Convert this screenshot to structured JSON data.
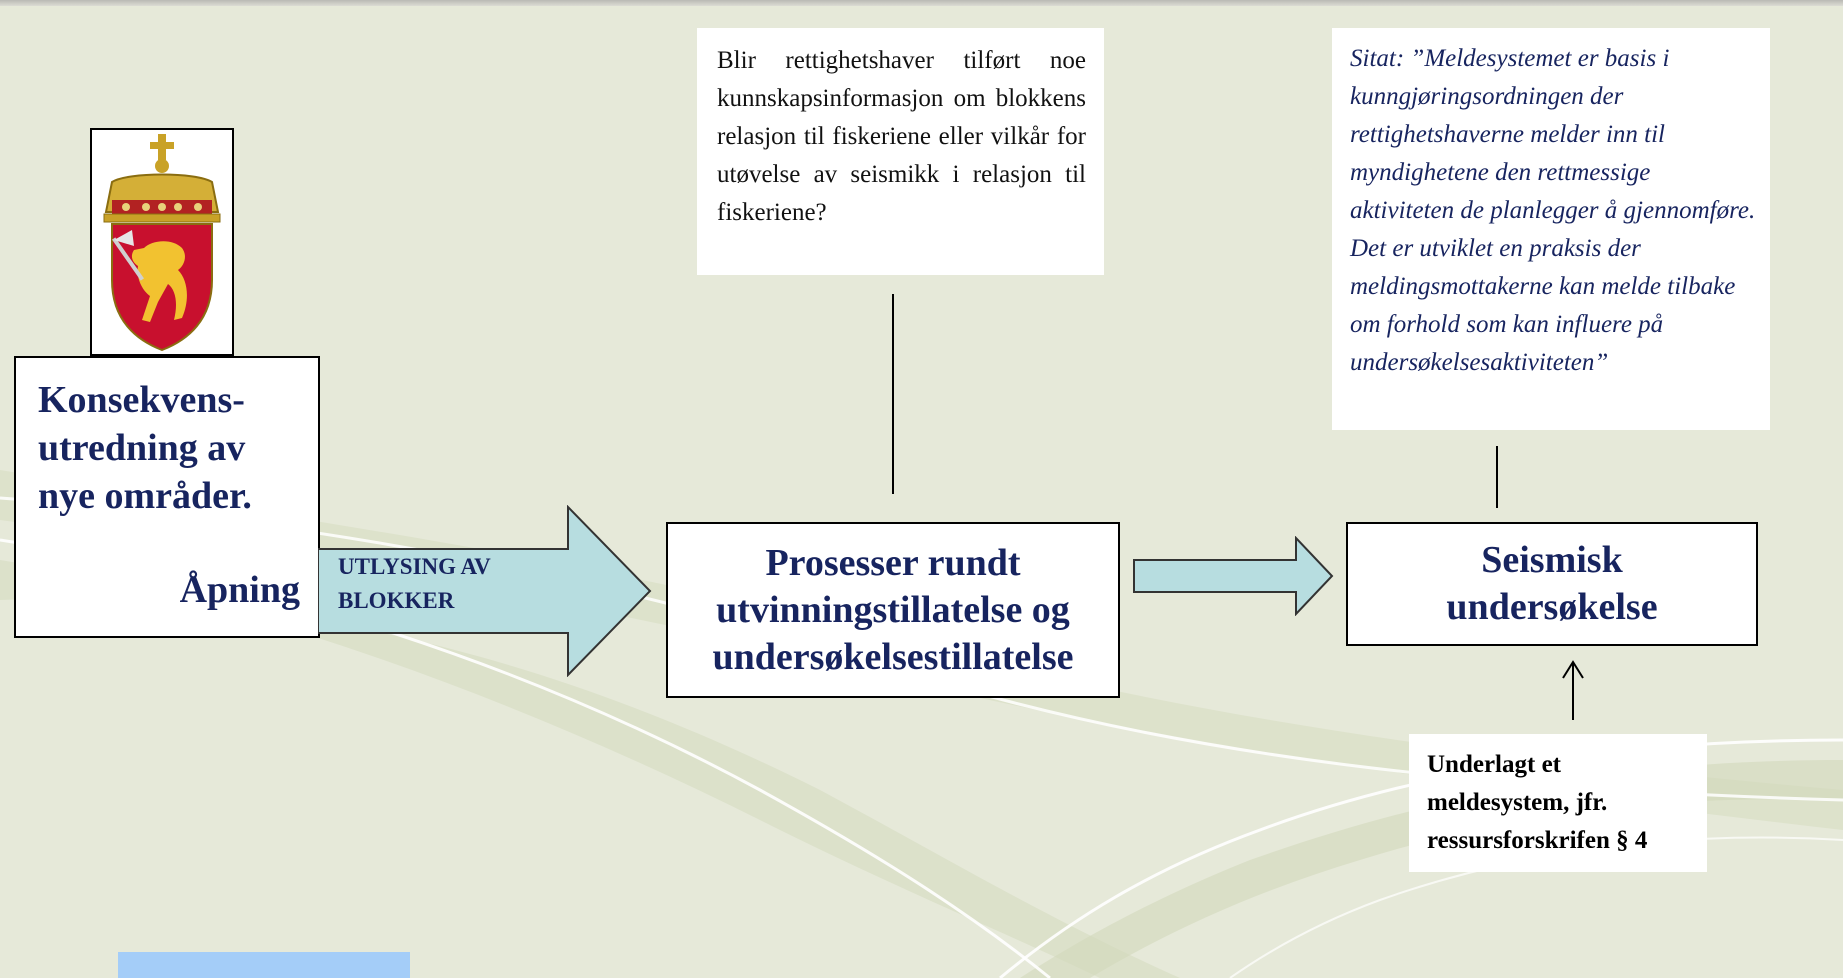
{
  "left_box": {
    "title": "Konsekvens-utredning av nye områder.",
    "opening": "Åpning"
  },
  "arrow_label": {
    "line1": "UTLYSING AV",
    "line2": "BLOKKER"
  },
  "process_box": {
    "line1": "Prosesser rundt",
    "line2": "utvinningstillatelse og",
    "line3": "undersøkelsestillatelse"
  },
  "seismic_box": {
    "line1": "Seismisk",
    "line2": "undersøkelse"
  },
  "question_note": {
    "text": "Blir rettighetshaver tilført noe kunnskapsinformasjon om blokkens relasjon til fiskeriene eller vilkår for utøvelse av seismikk i relasjon til fiskeriene?"
  },
  "quote_note": {
    "text": "Sitat: ”Meldesystemet er basis i kunngjøringsordningen der rettighetshaverne melder inn til myndighetene den rettmessige aktiviteten de planlegger å gjennomføre. Det er utviklet en praksis der meldingsmottakerne kan melde tilbake om forhold som kan influere på undersøkelsesaktiviteten”"
  },
  "system_note": {
    "line1": "Underlagt et",
    "line2": "meldesystem, jfr.",
    "line3": "ressursforskrifen § 4"
  },
  "colors": {
    "background": "#e6e9d9",
    "navy_text": "#17245f",
    "arrow_fill": "#b7dde0",
    "accent_blue": "#a4cdf8"
  },
  "icons": {
    "emblem": "norwegian-coat-of-arms-icon"
  }
}
